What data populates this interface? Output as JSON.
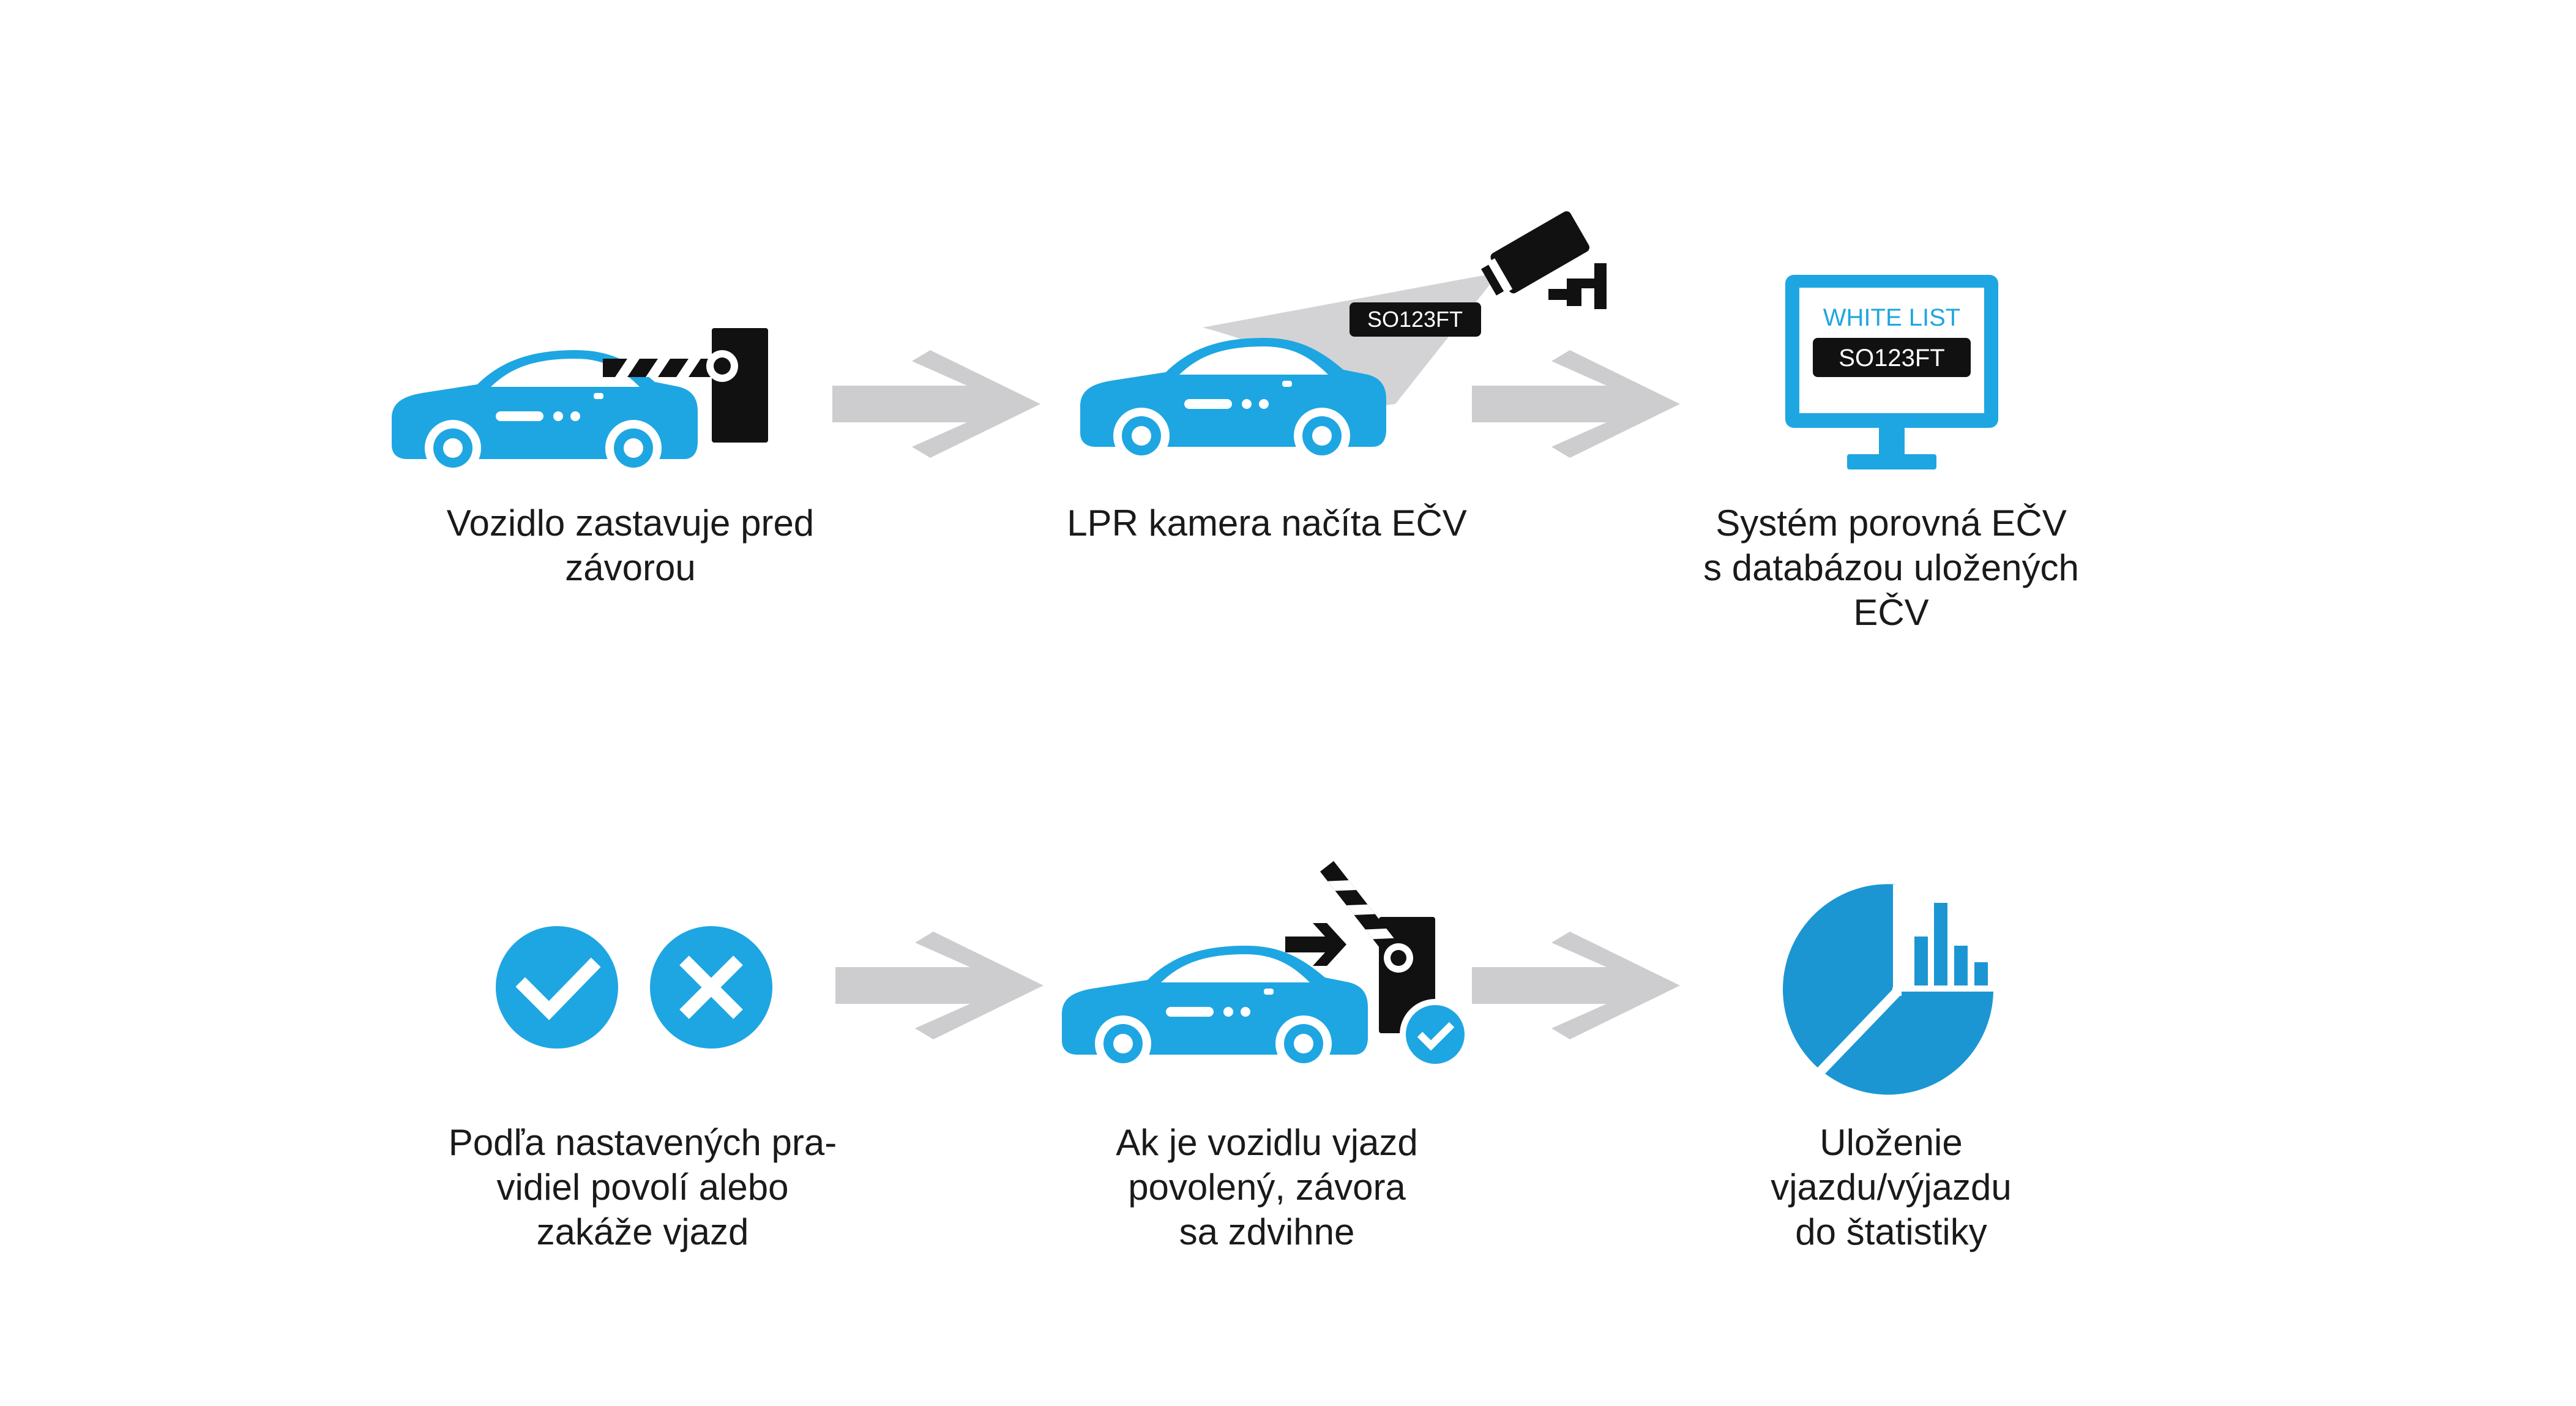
{
  "colors": {
    "blue": "#1ea6e2",
    "blue_dark": "#1b96d3",
    "arrow_gray": "#cdcdcf",
    "black": "#111111",
    "white": "#ffffff"
  },
  "icons": {
    "step1": [
      "car-icon",
      "barrier-closed-icon"
    ],
    "step2": [
      "car-icon",
      "security-camera-icon"
    ],
    "step3": [
      "monitor-icon"
    ],
    "step4": [
      "check-circle-icon",
      "cross-circle-icon"
    ],
    "step5": [
      "car-icon",
      "barrier-open-icon",
      "check-badge-icon"
    ],
    "step6": [
      "pie-bar-chart-icon"
    ]
  },
  "plate_text": "SO123FT",
  "whitelist_label": "WHITE LIST",
  "steps": [
    {
      "lines": [
        "Vozidlo zastavuje pred",
        "závorou"
      ]
    },
    {
      "lines": [
        "LPR kamera načíta EČV"
      ]
    },
    {
      "lines": [
        "Systém porovná EČV",
        "s databázou uložených",
        "EČV"
      ]
    },
    {
      "lines": [
        "Podľa nastavených pra-",
        "vidiel povolí alebo",
        "zakáže vjazd"
      ]
    },
    {
      "lines": [
        "Ak je vozidlu vjazd",
        "povolený, závora",
        "sa zdvihne"
      ]
    },
    {
      "lines": [
        "Uloženie",
        "vjazdu/výjazdu",
        "do štatistiky"
      ]
    }
  ]
}
